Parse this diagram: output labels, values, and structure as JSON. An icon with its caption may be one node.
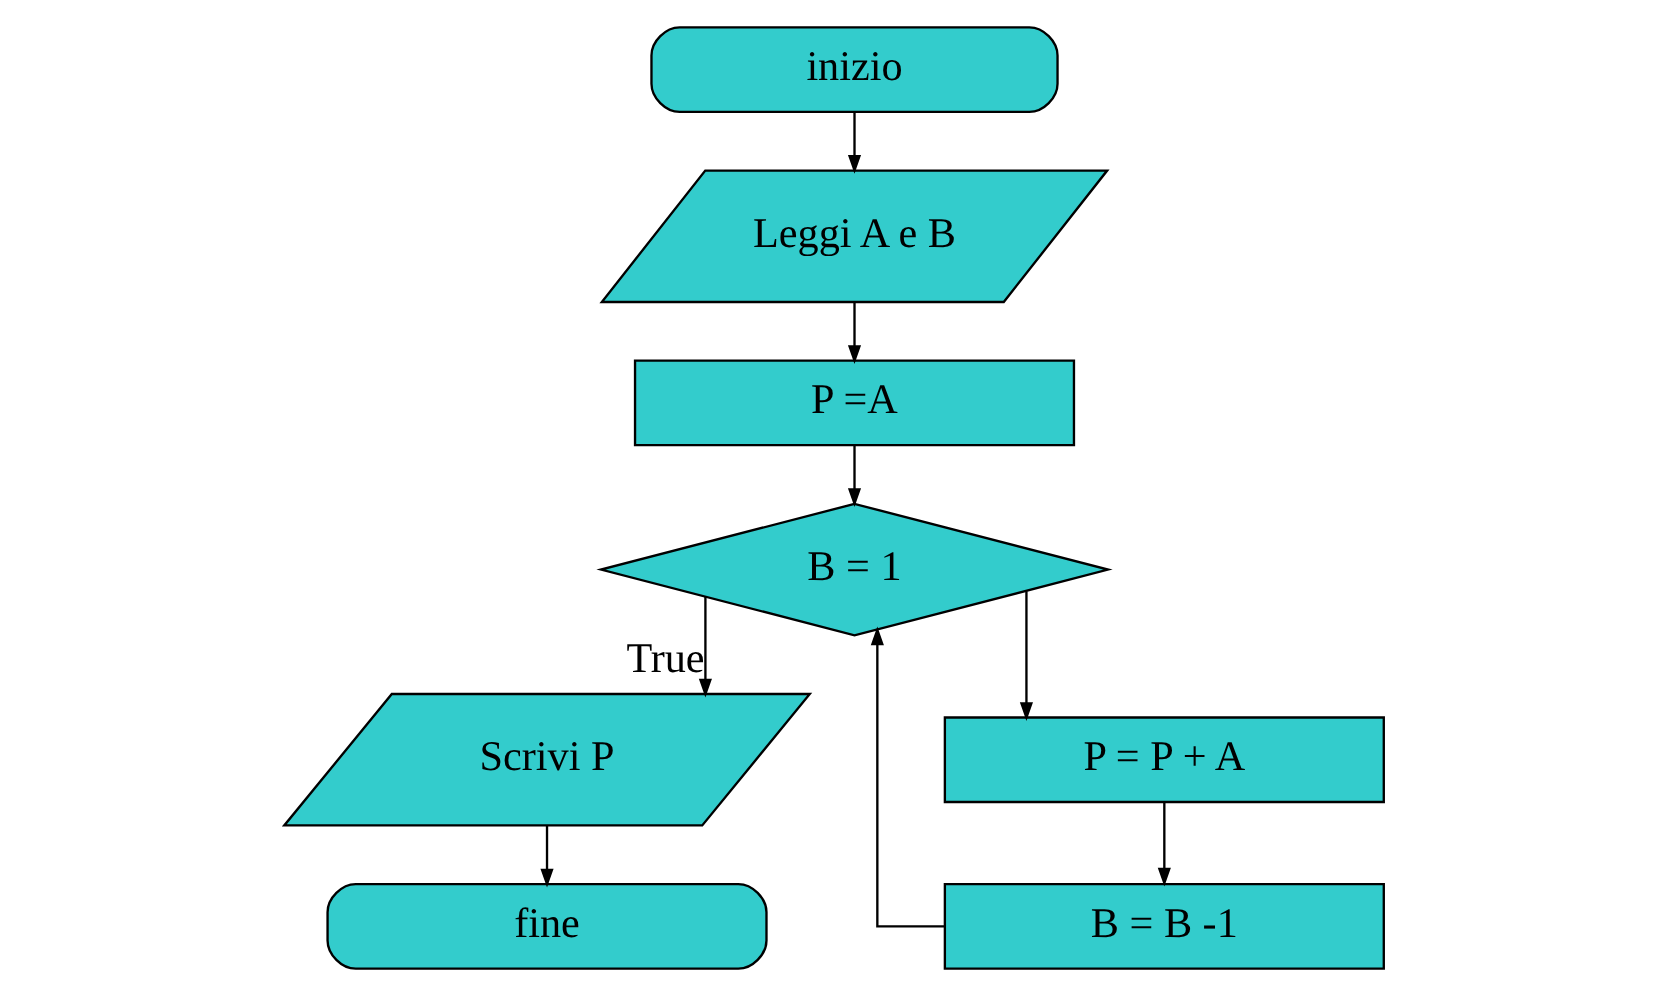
{
  "diagram": {
    "nodes": [
      {
        "text": [
          "inizio"
        ]
      },
      {
        "text": [
          "Leggi A e B"
        ]
      },
      {
        "text": [
          "P =A"
        ]
      },
      {
        "text": [
          "B = 1"
        ]
      },
      {
        "text": [
          "Scrivi P"
        ]
      },
      {
        "text": [
          "fine"
        ]
      },
      {
        "text": [
          "P = P + A"
        ]
      },
      {
        "text": [
          "B = B -1"
        ]
      }
    ],
    "edges": [
      {
        "from": 0,
        "to": 1,
        "arrow": "to"
      },
      {
        "from": 1,
        "to": 2,
        "arrow": "to"
      },
      {
        "from": 2,
        "to": 3,
        "arrow": "to"
      },
      {
        "from": 3,
        "to": 4,
        "arrow": "to",
        "label": "True"
      },
      {
        "from": 4,
        "to": 5,
        "arrow": "to"
      },
      {
        "from": 3,
        "to": 6,
        "arrow": "to"
      },
      {
        "from": 6,
        "to": 7,
        "arrow": "to"
      },
      {
        "from": 7,
        "to": 3,
        "arrow": "to"
      }
    ]
  }
}
